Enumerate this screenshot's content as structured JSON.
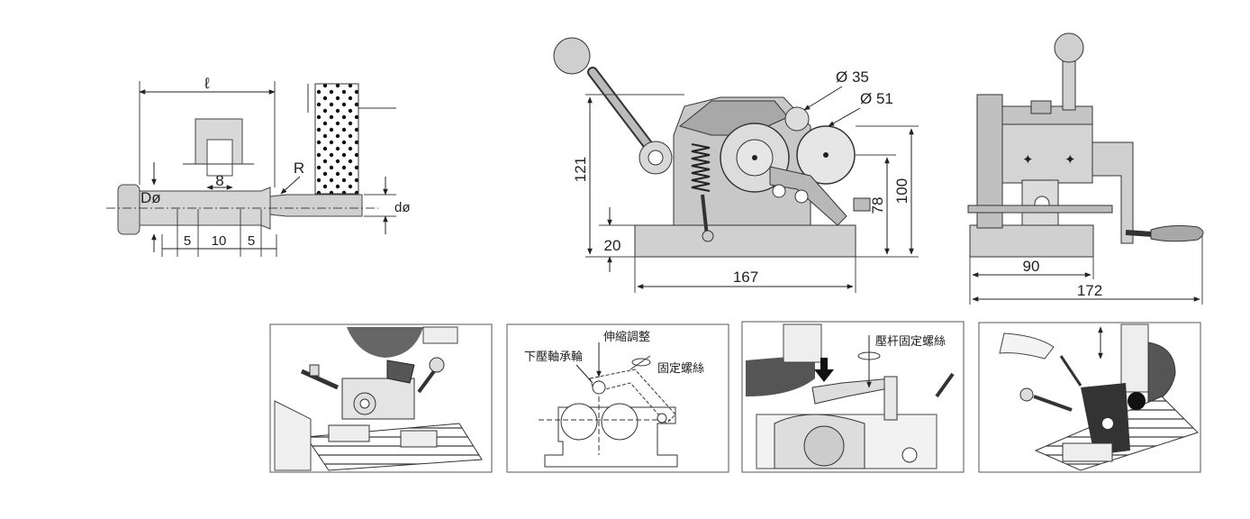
{
  "figure1": {
    "label_l": "ℓ",
    "label_8": "8",
    "label_R": "R",
    "label_D": "Dø",
    "label_d": "dø",
    "dims_bottom": [
      "5",
      "10",
      "5"
    ]
  },
  "figure2": {
    "dia_small": "Ø 35",
    "dia_large": "Ø 51",
    "height_121": "121",
    "height_20": "20",
    "height_78": "78",
    "height_100": "100",
    "width_167": "167"
  },
  "figure3": {
    "width_90": "90",
    "width_172": "172"
  },
  "panel2": {
    "label_extend_adjust": "伸縮調整",
    "label_lower_bearing": "下壓軸承輪",
    "label_fix_screw": "固定螺絲"
  },
  "panel3": {
    "label_lever_screw": "壓杆固定螺絲"
  }
}
